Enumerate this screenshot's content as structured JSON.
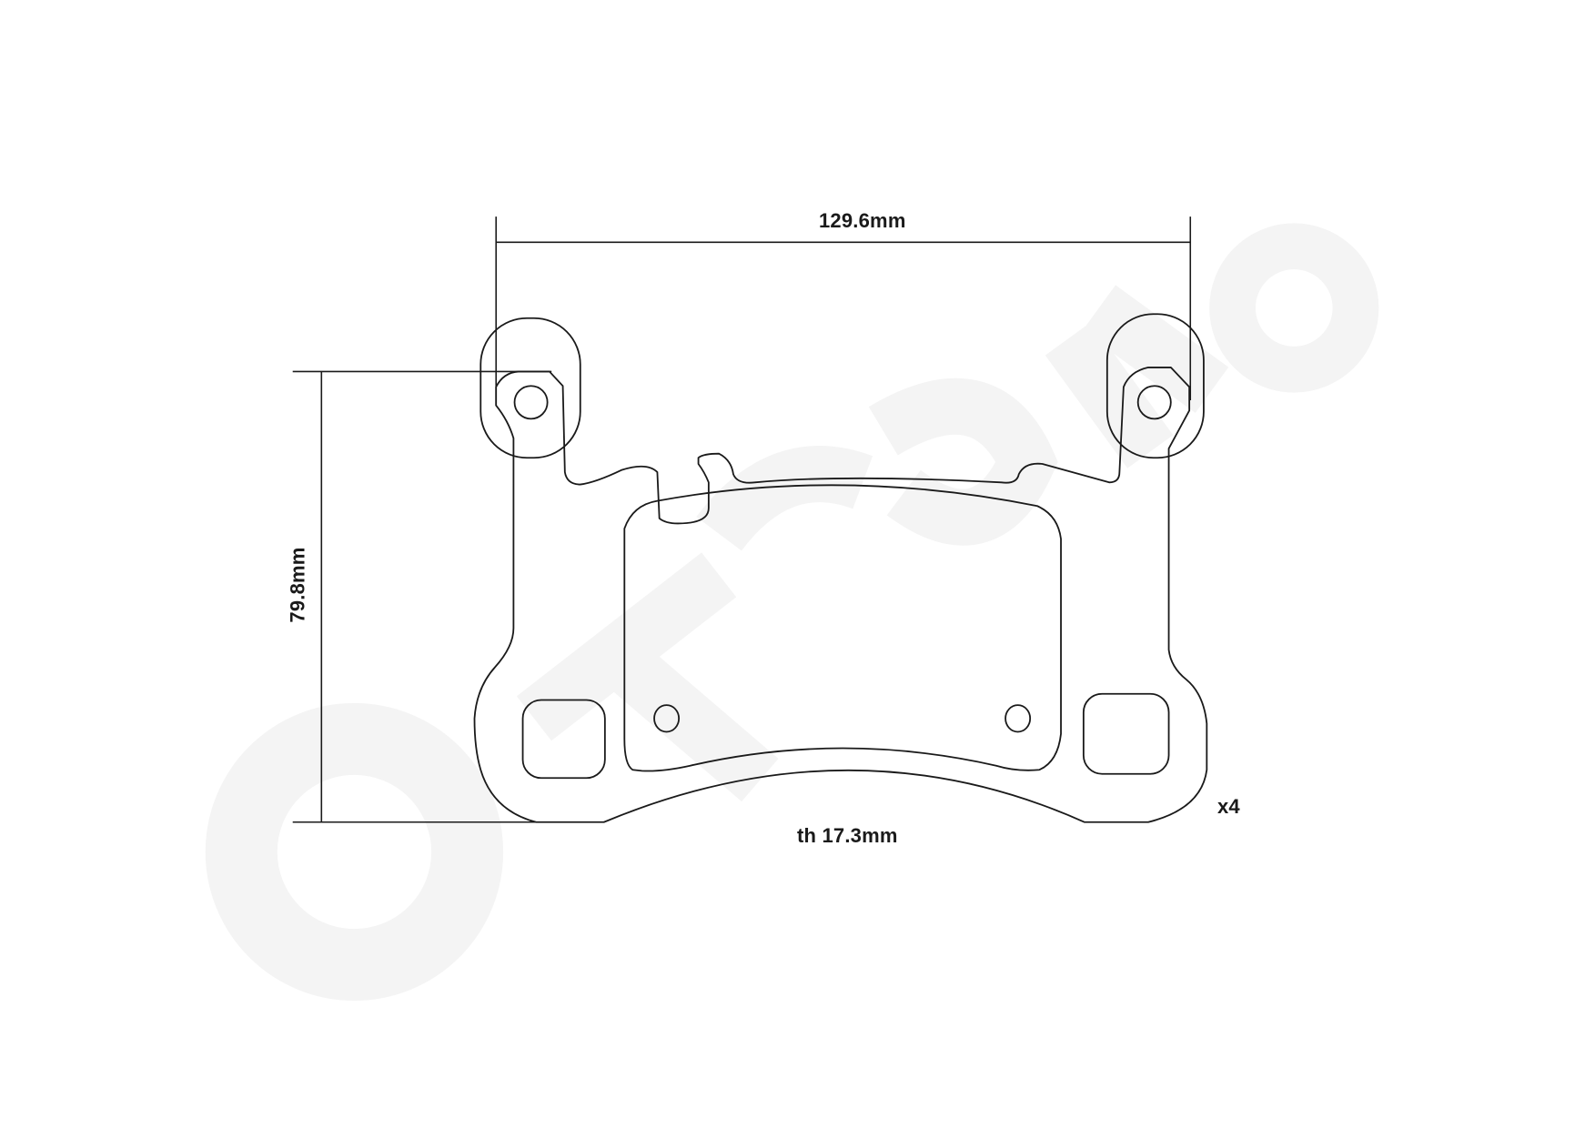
{
  "drawing": {
    "title": "Brake pad technical outline drawing",
    "watermark": "brembo",
    "line_color": "#1a1a1a",
    "background": "#ffffff",
    "watermark_color": "#f4f4f4"
  },
  "dimensions": {
    "width_label": "129.6mm",
    "height_label": "79.8mm",
    "thickness_label": "th 17.3mm",
    "quantity_label": "x4"
  },
  "dimensions_values": {
    "width_mm": 129.6,
    "height_mm": 79.8,
    "thickness_mm": 17.3,
    "quantity": 4
  }
}
